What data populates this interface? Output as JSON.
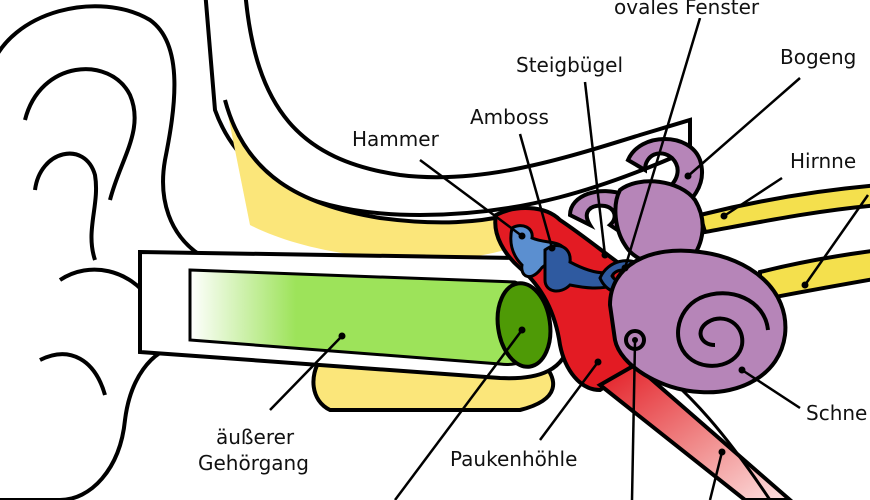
{
  "labels": {
    "ovales_fenster": "ovales Fenster",
    "steigbuegel": "Steigbügel",
    "bogengaenge": "Bogeng",
    "amboss": "Amboss",
    "hammer": "Hammer",
    "hirnnerv": "Hirnne",
    "aeusserer_line1": "äußerer",
    "aeusserer_line2": "Gehörgang",
    "paukenhoehle": "Paukenhöhle",
    "schnecke": "Schne"
  },
  "colors": {
    "outline": "#000000",
    "bone_yellow": "#fbe67a",
    "canal_green": "#9de35a",
    "eardrum_green": "#4e9a06",
    "tympanic_red": "#e31b23",
    "ossicle_blue": "#5b8fd0",
    "ossicle_dark": "#2f5aa0",
    "inner_purple": "#b685b8",
    "tube_pink": "#f2a3a3",
    "nerve_yellow": "#f4e04d"
  }
}
